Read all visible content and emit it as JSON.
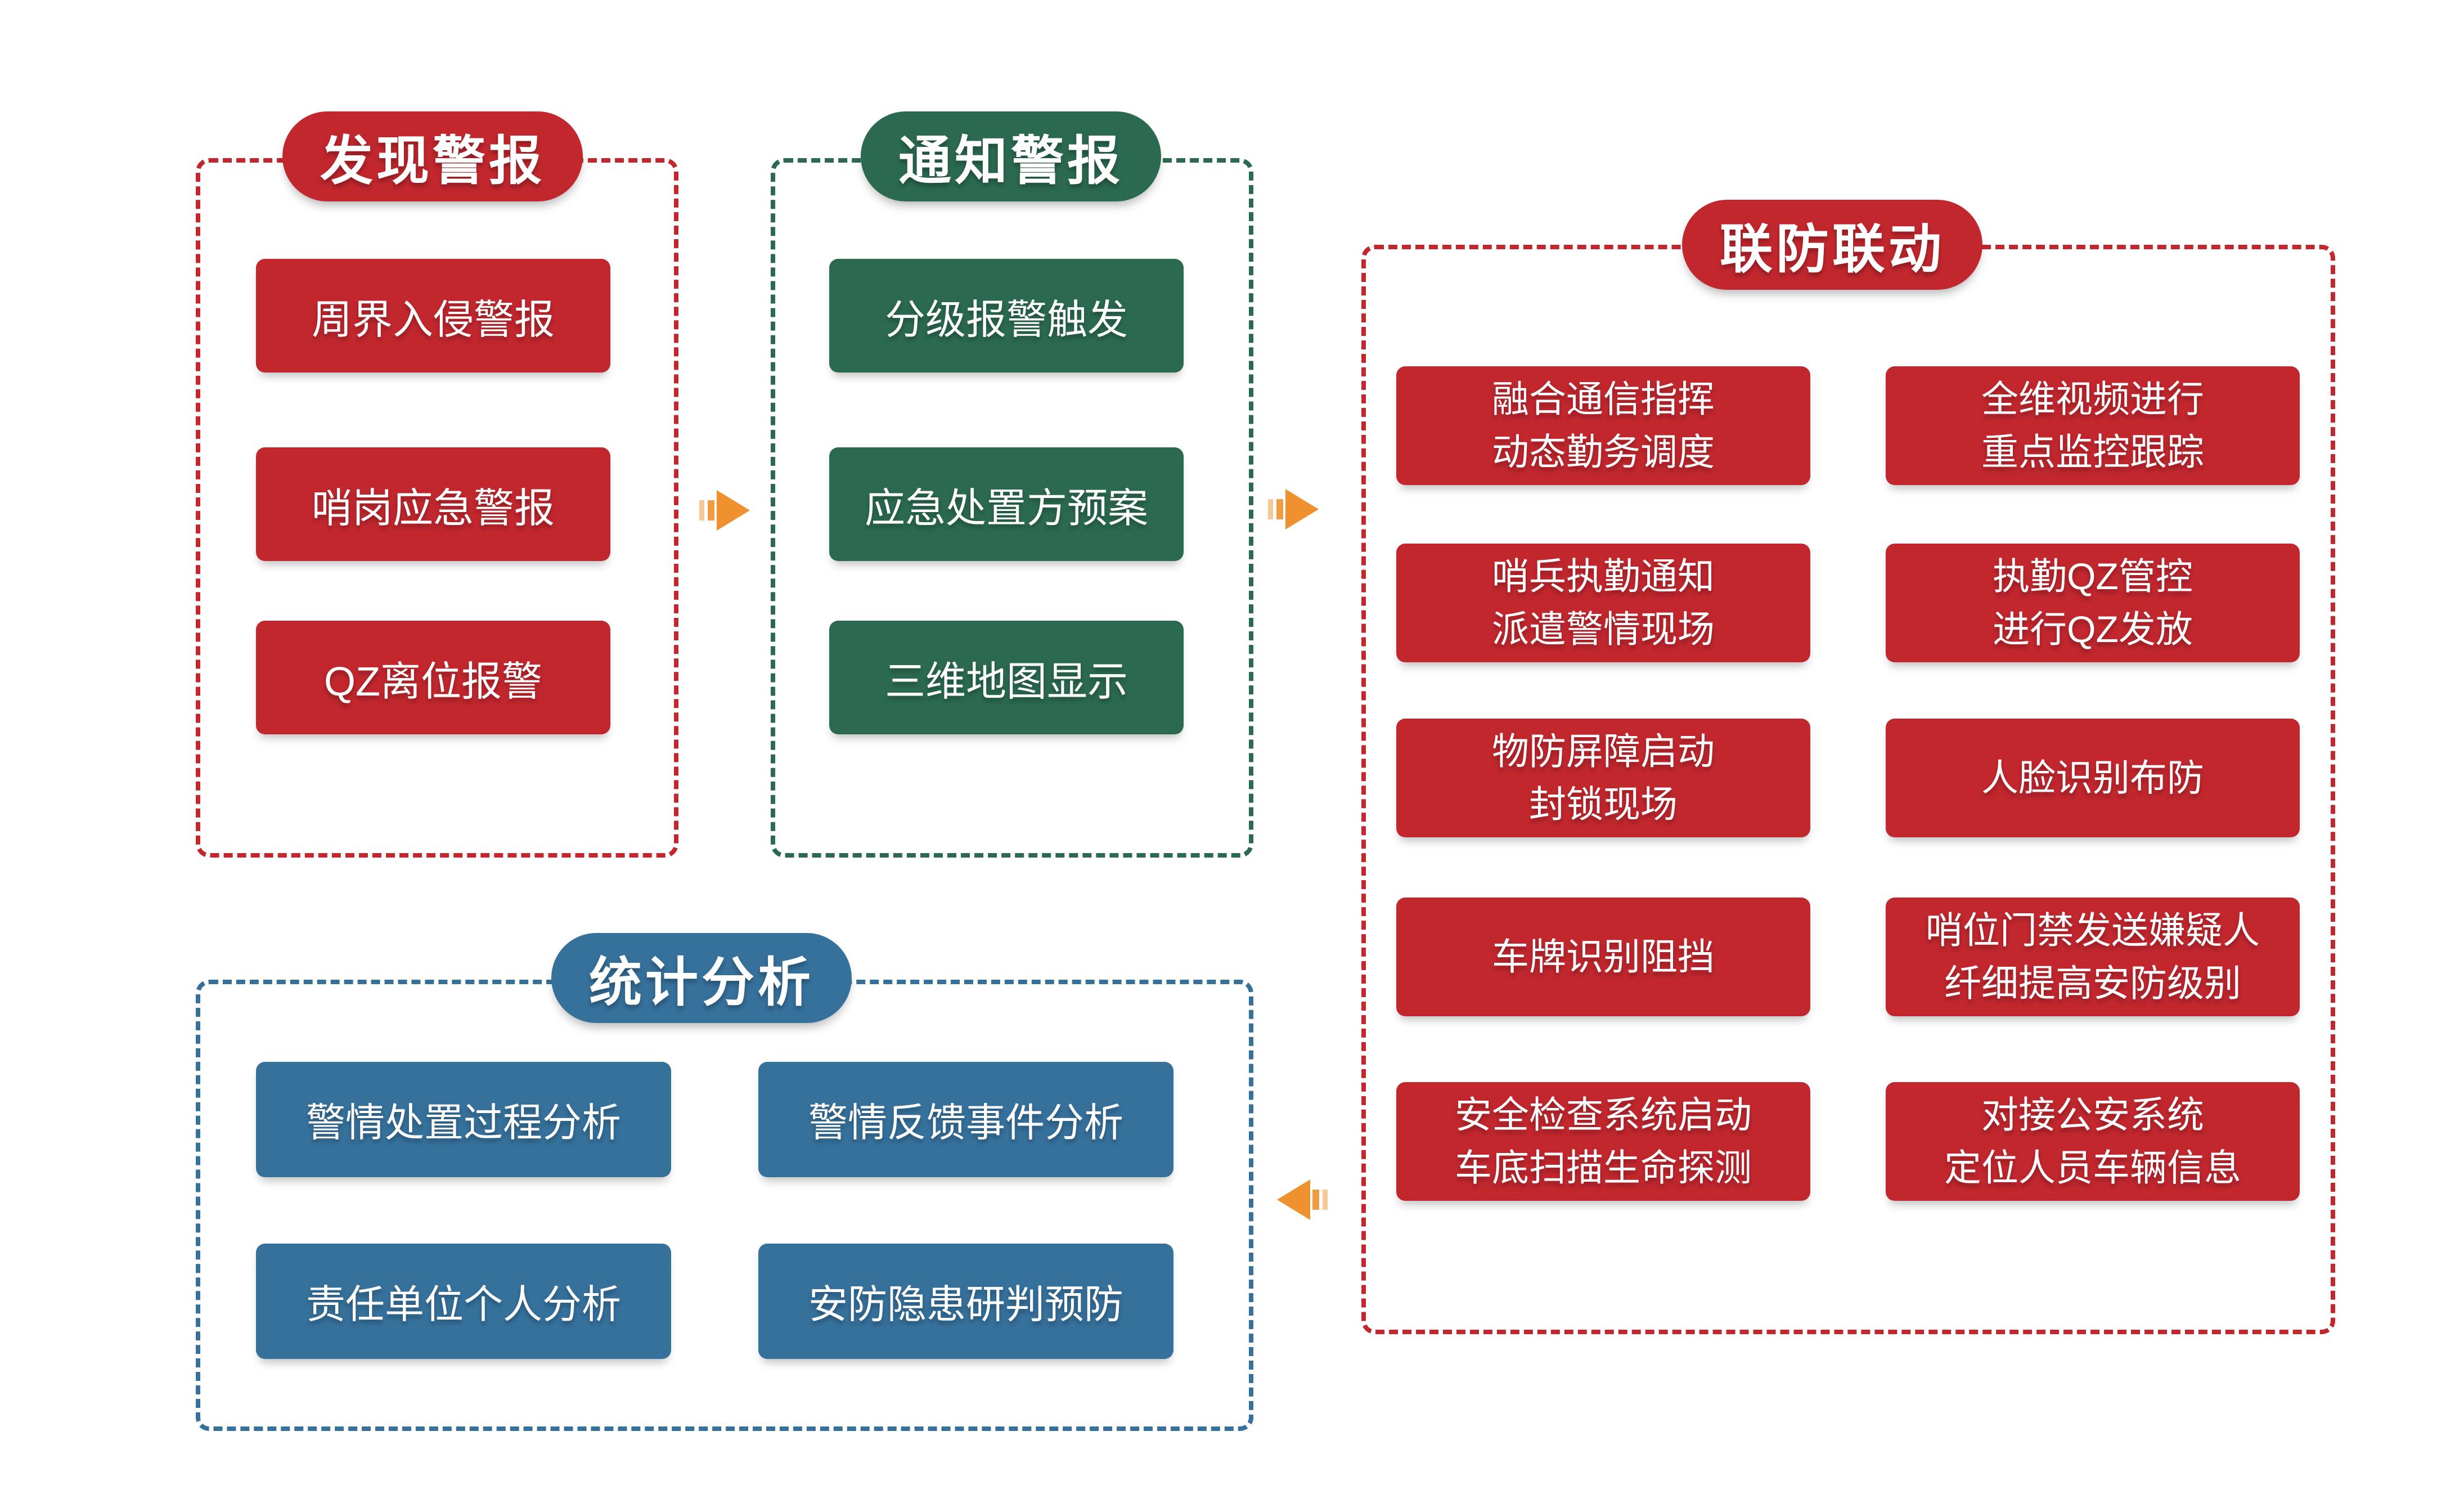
{
  "colors": {
    "red": "#C2272E",
    "green": "#2B6A50",
    "blue": "#36719C",
    "orange": "#F0912F",
    "background": "#FFFFFF"
  },
  "sections": {
    "discover": {
      "title": "发现警报",
      "items": [
        "周界入侵警报",
        "哨岗应急警报",
        "QZ离位报警"
      ]
    },
    "notify": {
      "title": "通知警报",
      "items": [
        "分级报警触发",
        "应急处置方预案",
        "三维地图显示"
      ]
    },
    "joint": {
      "title": "联防联动",
      "left": [
        "融合通信指挥\n动态勤务调度",
        "哨兵执勤通知\n派遣警情现场",
        "物防屏障启动\n封锁现场",
        "车牌识别阻挡",
        "安全检查系统启动\n车底扫描生命探测"
      ],
      "right": [
        "全维视频进行\n重点监控跟踪",
        "执勤QZ管控\n进行QZ发放",
        "人脸识别布防",
        "哨位门禁发送嫌疑人\n纤细提高安防级别",
        "对接公安系统\n定位人员车辆信息"
      ]
    },
    "stats": {
      "title": "统计分析",
      "items": [
        "警情处置过程分析",
        "警情反馈事件分析",
        "责任单位个人分析",
        "安防隐患研判预防"
      ]
    }
  },
  "arrows": [
    {
      "id": "discover-to-notify",
      "direction": "right"
    },
    {
      "id": "notify-to-joint",
      "direction": "right"
    },
    {
      "id": "joint-to-stats",
      "direction": "left"
    }
  ]
}
